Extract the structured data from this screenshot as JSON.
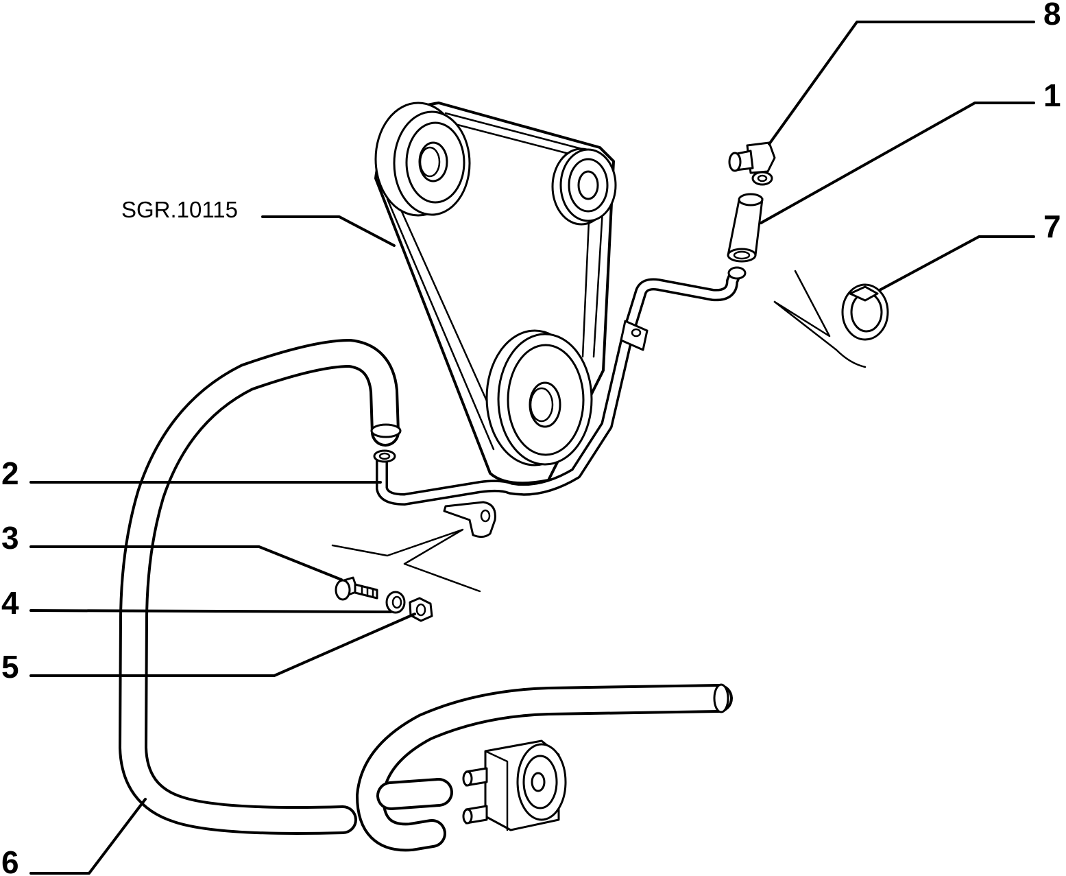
{
  "reference_code": "SGR.10115",
  "callouts": {
    "c1": "1",
    "c2": "2",
    "c3": "3",
    "c4": "4",
    "c5": "5",
    "c6": "6",
    "c7": "7",
    "c8": "8"
  }
}
